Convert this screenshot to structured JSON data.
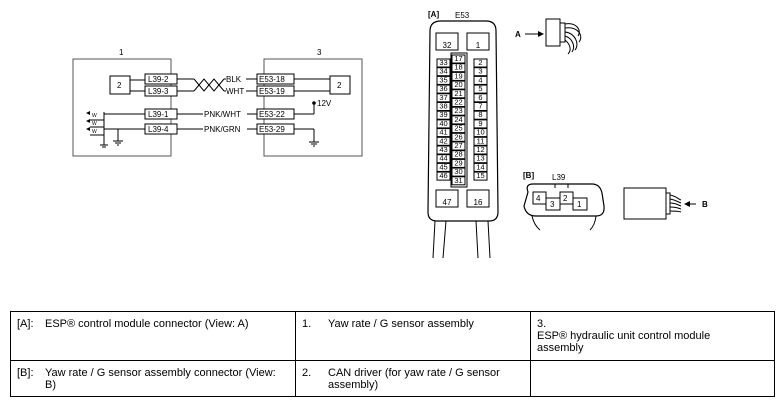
{
  "diagram": {
    "block1": {
      "num": "1",
      "inner": "2",
      "terminals": [
        "L39-2",
        "L39-3",
        "L39-1",
        "L39-4"
      ]
    },
    "block3": {
      "num": "3",
      "inner": "2",
      "terminals": [
        "E53-18",
        "E53-19",
        "E53-22",
        "E53-29"
      ]
    },
    "wires": [
      "BLK",
      "WHT",
      "PNK/WHT",
      "PNK/GRN"
    ],
    "supply": "12V",
    "connA": {
      "label": "[A]",
      "name": "E53",
      "big": [
        "32",
        "1",
        "47",
        "16"
      ],
      "left": [
        "33",
        "34",
        "35",
        "36",
        "37",
        "38",
        "39",
        "40",
        "41",
        "42",
        "43",
        "44",
        "45",
        "46"
      ],
      "center": [
        "17",
        "18",
        "19",
        "20",
        "21",
        "22",
        "23",
        "24",
        "25",
        "26",
        "27",
        "28",
        "29",
        "30",
        "31"
      ],
      "right": [
        "2",
        "3",
        "4",
        "5",
        "6",
        "7",
        "8",
        "9",
        "10",
        "11",
        "12",
        "13",
        "14",
        "15"
      ],
      "view": "A"
    },
    "connB": {
      "label": "[B]",
      "name": "L39",
      "pins": [
        "4",
        "2",
        "3",
        "1"
      ],
      "view": "B"
    }
  },
  "legend": {
    "rows": [
      [
        {
          "key": "[A]:",
          "text": "ESP® control module connector (View: A)"
        },
        {
          "key": "1.",
          "text": "Yaw rate / G sensor assembly"
        },
        {
          "key": "3.",
          "text": "ESP® hydraulic unit control module assembly"
        }
      ],
      [
        {
          "key": "[B]:",
          "text": "Yaw rate / G sensor assembly connector (View: B)"
        },
        {
          "key": "2.",
          "text": "CAN driver (for yaw rate / G sensor assembly)"
        },
        {
          "key": "",
          "text": ""
        }
      ]
    ]
  }
}
